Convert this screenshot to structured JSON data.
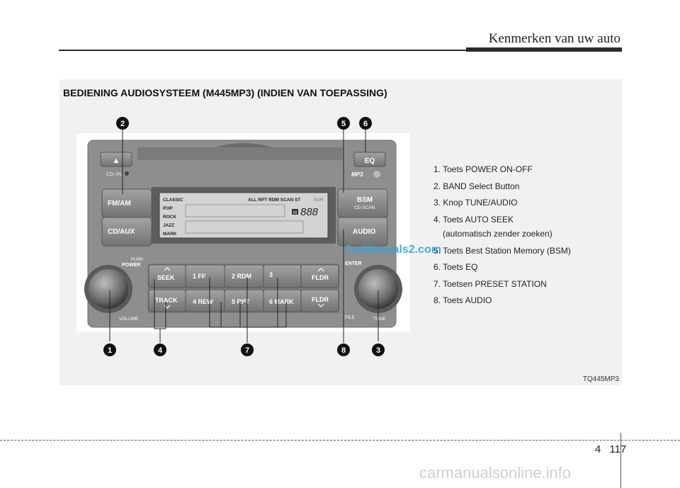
{
  "header": {
    "title": "Kenmerken van uw auto"
  },
  "panel": {
    "title": "BEDIENING AUDIOSYSTEEM (M445MP3) (INDIEN VAN TOEPASSING)",
    "code": "TQ445MP3"
  },
  "legend": [
    "1. Toets POWER ON-OFF",
    "2. BAND Select Button",
    "3. Knop TUNE/AUDIO",
    "4. Toets AUTO SEEK",
    "(automatisch zender zoeken)",
    "5. Toets Best Station Memory (BSM)",
    "6. Toets EQ",
    "7. Toetsen PRESET STATION",
    "8. Toets AUDIO"
  ],
  "radio": {
    "cdin": "CD–IN",
    "eq": "EQ",
    "mp3": "MP3",
    "fm": "FM/AM",
    "cdaux": "CD/AUX",
    "bsm": "BSM",
    "cdscan": "CD SCAN",
    "audio": "AUDIO",
    "display_left": [
      "CLASSIC",
      "POP",
      "ROCK",
      "JAZZ",
      "MARK"
    ],
    "display_top": "ALL  RPT  RDM  SCAN  ST",
    "display_sur": "SUR",
    "display_m": "M",
    "display_num": "888",
    "push": "PUSH",
    "power": "POWER",
    "volume": "VOLUME",
    "enter": "ENTER",
    "file": "FILE",
    "tune": "TUNE",
    "seek": "SEEK",
    "track": "TRACK",
    "ff": "1   FF",
    "rdm": "2 RDM",
    "three": "3",
    "fldr": "FLDR",
    "rew": "4 REW",
    "rpt": "5 RPT",
    "mark": "6  MARK"
  },
  "callouts": [
    "1",
    "2",
    "3",
    "4",
    "5",
    "6",
    "7",
    "8"
  ],
  "footer": {
    "section": "4",
    "page": "117"
  },
  "watermarks": {
    "top": "CarManuals2.com",
    "bottom": "carmanualsonline.info"
  }
}
